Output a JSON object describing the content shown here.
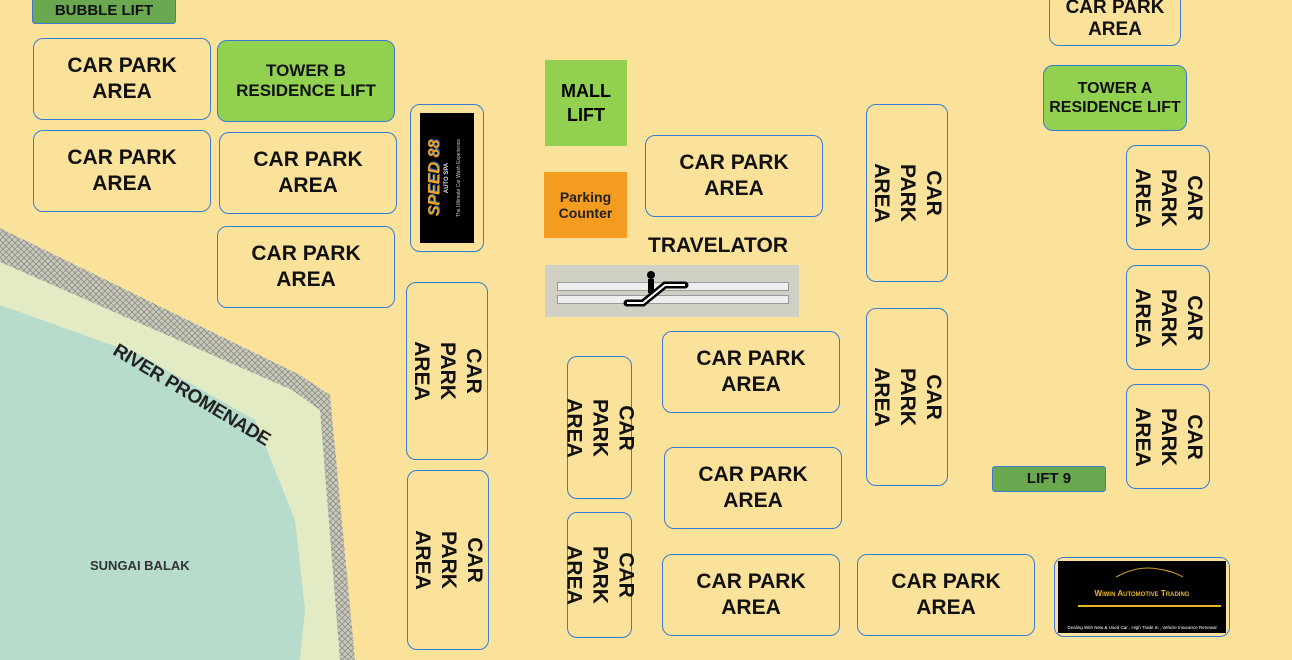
{
  "labels": {
    "bubble_lift": "BUBBLE LIFT",
    "tower_b": "TOWER B\nRESIDENCE LIFT",
    "tower_a": "TOWER A\nRESIDENCE LIFT",
    "mall_lift": "MALL\nLIFT",
    "parking_counter": "Parking\nCounter",
    "travelator": "TRAVELATOR",
    "lift_9": "LIFT 9",
    "car_park": "CAR PARK\nAREA",
    "car_park_stacked": "CAR\nPARK\nAREA",
    "river_promenade": "RIVER PROMENADE",
    "sungai_balak": "SUNGAI BALAK"
  },
  "ads": {
    "speed": {
      "brand": "SPEED 88",
      "sub": "AUTO SPA",
      "tagline": "The Ultimate Car Wash Experience"
    },
    "wiwin": {
      "brand": "Wiwin Automotive Trading",
      "tagline": "Dealing With New & Used Car , High Trade In , Vehicle Insurance Renewal"
    }
  },
  "colors": {
    "background": "#fbe29a",
    "lift": "#92d050",
    "counter": "#f39c1f",
    "water": "#b7dccb"
  }
}
